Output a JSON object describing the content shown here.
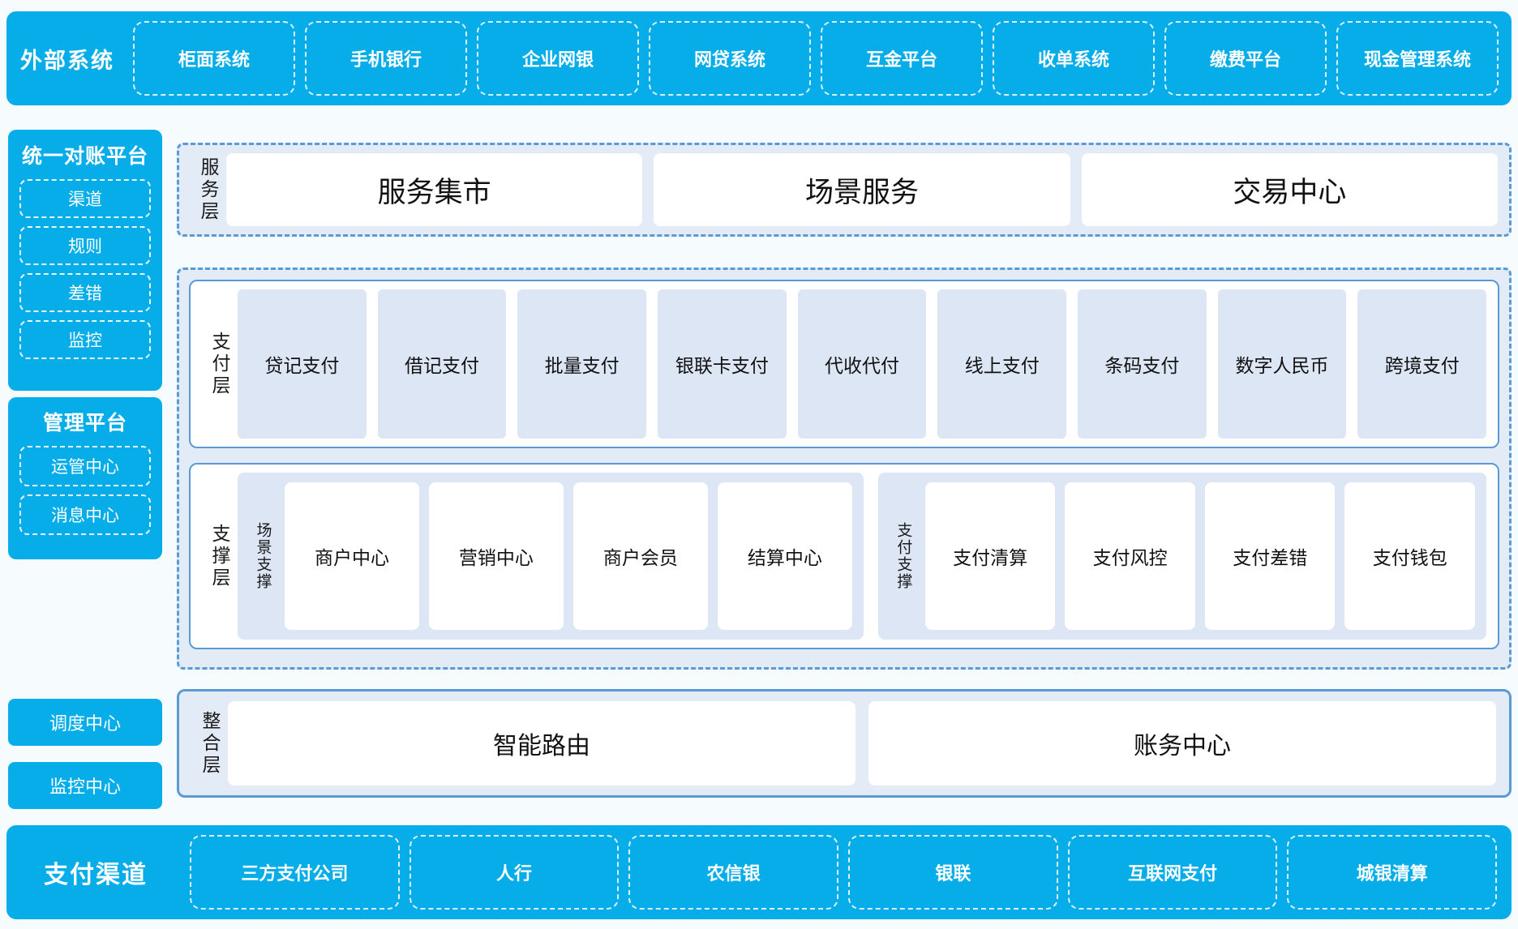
{
  "theme": {
    "brand_blue": "#06ADE9",
    "layer_border_blue": "#5B9BD5",
    "layer_fill": "#E3EBF7",
    "card_fill": "#DCE6F4",
    "page_bg": "#F6FBFE"
  },
  "external_systems": {
    "title": "外部系统",
    "items": [
      "柜面系统",
      "手机银行",
      "企业网银",
      "网贷系统",
      "互金平台",
      "收单系统",
      "缴费平台",
      "现金管理系统"
    ]
  },
  "sidebar": {
    "reconciliation_platform": {
      "title": "统一对账平台",
      "items": [
        "渠道",
        "规则",
        "差错",
        "监控"
      ]
    },
    "management_platform": {
      "title": "管理平台",
      "items": [
        "运管中心",
        "消息中心"
      ]
    },
    "standalone": [
      "调度中心",
      "监控中心"
    ]
  },
  "service_layer": {
    "label": "服务层",
    "items": [
      "服务集市",
      "场景服务",
      "交易中心"
    ]
  },
  "payment_layer": {
    "label": "支付层",
    "items": [
      "贷记支付",
      "借记支付",
      "批量支付",
      "银联卡支付",
      "代收代付",
      "线上支付",
      "条码支付",
      "数字人民币",
      "跨境支付"
    ]
  },
  "support_layer": {
    "label": "支撑层",
    "groups": [
      {
        "label": "场景支撑",
        "items": [
          "商户中心",
          "营销中心",
          "商户会员",
          "结算中心"
        ]
      },
      {
        "label": "支付支撑",
        "items": [
          "支付清算",
          "支付风控",
          "支付差错",
          "支付钱包"
        ]
      }
    ]
  },
  "integration_layer": {
    "label": "整合层",
    "items": [
      "智能路由",
      "账务中心"
    ]
  },
  "payment_channels": {
    "title": "支付渠道",
    "items": [
      "三方支付公司",
      "人行",
      "农信银",
      "银联",
      "互联网支付",
      "城银清算"
    ]
  }
}
